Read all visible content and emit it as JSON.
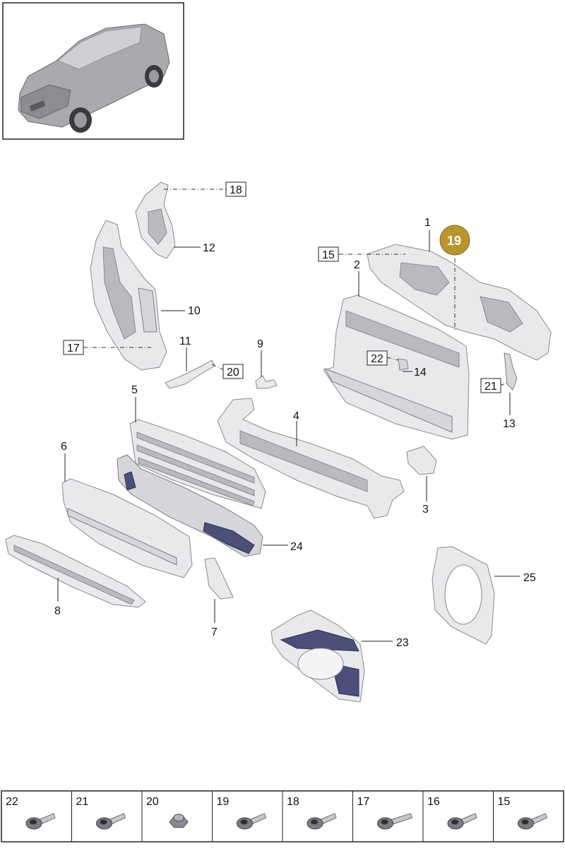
{
  "callouts": {
    "p1": "1",
    "p2": "2",
    "p3": "3",
    "p4": "4",
    "p5": "5",
    "p6": "6",
    "p7": "7",
    "p8": "8",
    "p9": "9",
    "p10": "10",
    "p11": "11",
    "p12": "12",
    "p13": "13",
    "p14": "14",
    "p23": "23",
    "p24": "24",
    "p25": "25"
  },
  "boxed_callouts": {
    "b15": "15",
    "b17": "17",
    "b18": "18",
    "b20": "20",
    "b21": "21",
    "b22": "22"
  },
  "highlight": {
    "label": "19",
    "color": "#b8962e"
  },
  "colors": {
    "part_fill": "#e9e9ec",
    "accent_dark": "#4c4f7a",
    "badge": "#b8962e"
  },
  "fasteners": [
    {
      "number": "22",
      "icon": "bolt-icon"
    },
    {
      "number": "21",
      "icon": "bolt-icon"
    },
    {
      "number": "20",
      "icon": "nut-icon"
    },
    {
      "number": "19",
      "icon": "bolt-icon"
    },
    {
      "number": "18",
      "icon": "bolt-icon"
    },
    {
      "number": "17",
      "icon": "screw-icon"
    },
    {
      "number": "16",
      "icon": "bolt-icon"
    },
    {
      "number": "15",
      "icon": "bolt-icon"
    }
  ]
}
